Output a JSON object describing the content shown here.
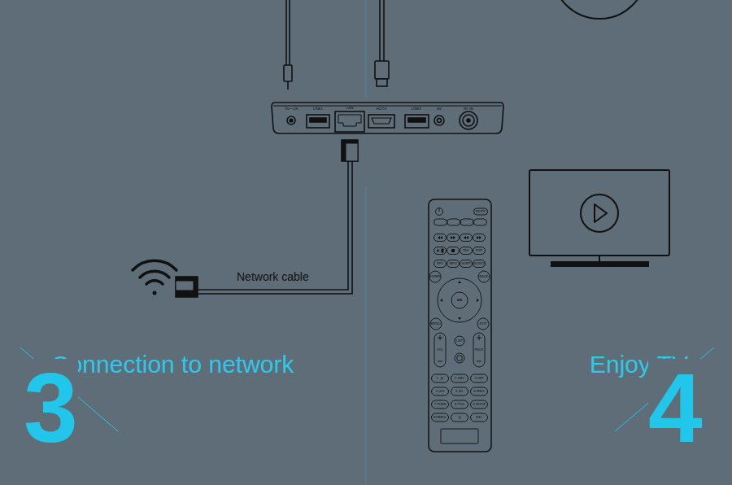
{
  "diagram": {
    "nodes": [
      {
        "text": [
          "5V⎓2A",
          "USB1",
          "LAN",
          "HDTV",
          "USB2",
          "AV",
          "RF IN"
        ]
      },
      {
        "text": [
          "MUTE",
          "FAV",
          "PVR",
          "EPG",
          "INFO",
          "SUBT",
          "AUDIO",
          "HOME",
          "BACK",
          "OK",
          "MENU",
          "EXIT",
          "VOL",
          "LIST",
          "PAGE",
          "1 .@",
          "2 ABC",
          "3 DEF",
          "4 GHI",
          "5 JKL",
          "6 MNO",
          "7 PQRS",
          "8 TUV",
          "9 WXYZ",
          "SYMBOL",
          "0",
          "DEL"
        ]
      }
    ],
    "labels": [
      "Network cable",
      "Connection to network",
      "3",
      "Enjoy TV",
      "4"
    ]
  }
}
